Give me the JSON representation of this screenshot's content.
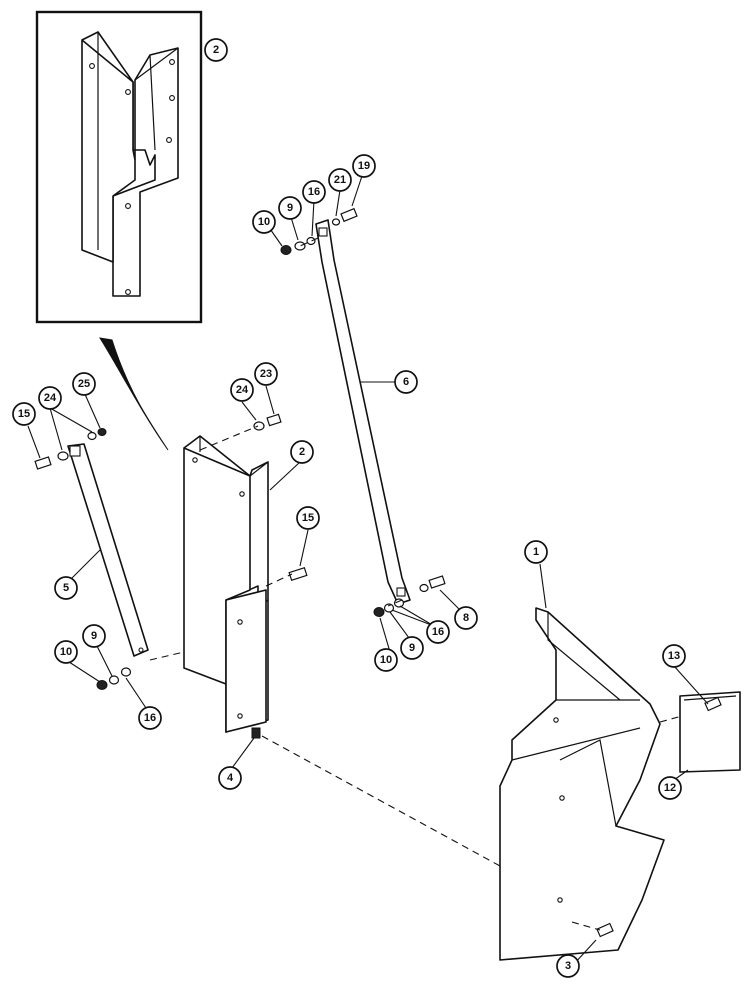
{
  "inset": {
    "callout": "2"
  },
  "callouts": {
    "c1": "1",
    "c2": "2",
    "c3": "3",
    "c4": "4",
    "c5": "5",
    "c6": "6",
    "c8": "8",
    "c9_left": "9",
    "c9_right": "9",
    "c9_top": "9",
    "c10_left": "10",
    "c10_right": "10",
    "c10_top": "10",
    "c12": "12",
    "c13": "13",
    "c15_left": "15",
    "c15_mid": "15",
    "c16_left": "16",
    "c16_right": "16",
    "c16_top": "16",
    "c19": "19",
    "c21": "21",
    "c23": "23",
    "c24_left": "24",
    "c24_mid": "24",
    "c25": "25"
  }
}
